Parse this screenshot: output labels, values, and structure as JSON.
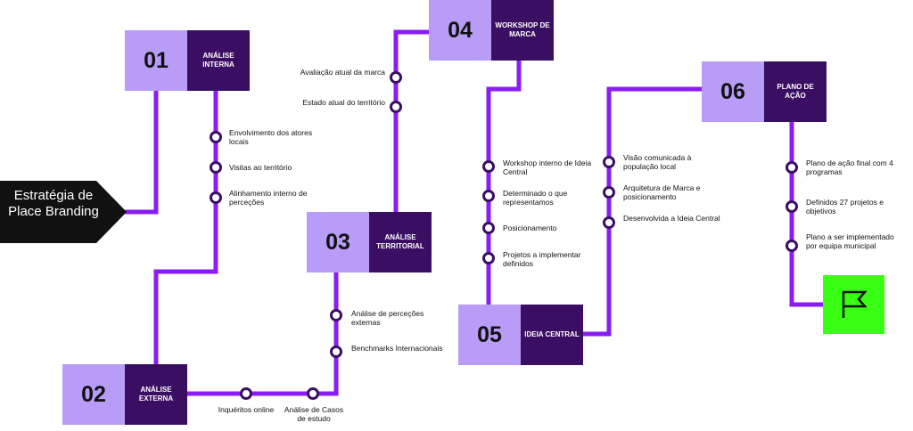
{
  "start": {
    "text": "Estratégia de Place Branding"
  },
  "steps": [
    {
      "number": "01",
      "label": "ANÁLISE INTERNA"
    },
    {
      "number": "02",
      "label": "ANÁLISE EXTERNA"
    },
    {
      "number": "03",
      "label": "ANÁLISE TERRITORIAL"
    },
    {
      "number": "04",
      "label": "WORKSHOP DE MARCA"
    },
    {
      "number": "05",
      "label": "IDEIA CENTRAL"
    },
    {
      "number": "06",
      "label": "PLANO DE AÇÃO"
    }
  ],
  "notes": {
    "n1": "Envolvimento dos atores locais",
    "n2": "Visitas ao território",
    "n3": "Alinhamento interno de perceções",
    "n4": "Inquéritos online",
    "n5": "Análise de Casos de estudo",
    "n6": "Análise de perceções externas",
    "n7": "Benchmarks Internacionais",
    "n8": "Avaliação atual da marca",
    "n9": "Estado atual do território",
    "n10": "Workshop interno de Ideia Central",
    "n11": "Determinado o que representamos",
    "n12": "Posicionamento",
    "n13": "Projetos a implementar definidos",
    "n14": "Visão comunicada à população local",
    "n15": "Arquitetura de Marca e posicionamento",
    "n16": "Desenvolvida a Ideia Central",
    "n17": "Plano de ação final com 4 programas",
    "n18": "Definidos 27 projetos e objetivos",
    "n19": "Plano a ser implementado por equipa municipal"
  },
  "colors": {
    "line": "#8a1cf5",
    "num_bg": "#b99cf8",
    "label_bg": "#3a0f63",
    "end": "#39ff14"
  },
  "icons": {
    "end": "flag-icon"
  }
}
